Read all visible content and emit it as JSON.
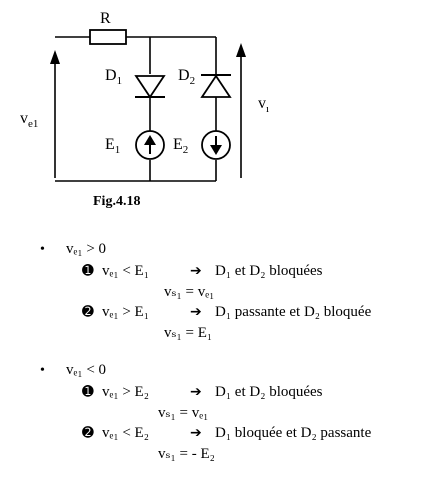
{
  "figure": {
    "caption": "Fig.4.18",
    "labels": {
      "R": "R",
      "D1": "D",
      "D1_sub": "1",
      "D2": "D",
      "D2_sub": "2",
      "E1": "E",
      "E1_sub": "1",
      "E2": "E",
      "E2_sub": "2",
      "vin": "v",
      "vin_sub": "e1",
      "vout": "v",
      "vout_sub": "ı"
    }
  },
  "cases": [
    {
      "bullet": "•",
      "condition": "vₑ₁ > 0",
      "items": [
        {
          "marker": "➊",
          "condition": "vₑ₁ < E₁",
          "arrow": "➔",
          "result": "D₁ et D₂ bloquées",
          "output": "vₛ₁ = vₑ₁"
        },
        {
          "marker": "➋",
          "condition": "vₑ₁ > E₁",
          "arrow": "➔",
          "result": "D₁ passante et D₂ bloquée",
          "output": "vₛ₁ = E₁"
        }
      ]
    },
    {
      "bullet": "•",
      "condition": "vₑ₁ < 0",
      "items": [
        {
          "marker": "➊",
          "condition": "vₑ₁ > E₂",
          "arrow": "➔",
          "result": "D₁ et D₂ bloquées",
          "output": "vₛ₁ = vₑ₁"
        },
        {
          "marker": "➋",
          "condition": "vₑ₁ < E₂",
          "arrow": "➔",
          "result": "D₁ bloquée et D₂ passante",
          "output": "vₛ₁ = - E₂"
        }
      ]
    }
  ]
}
